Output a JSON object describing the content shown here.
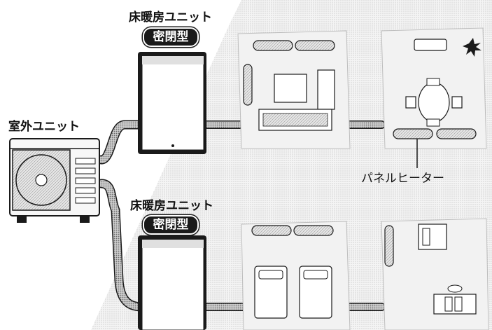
{
  "labels": {
    "outdoor_unit": "室外ユニット",
    "floor_heating_unit_top": "床暖房ユニット",
    "sealed_type_top": "密閉型",
    "floor_heating_unit_bottom": "床暖房ユニット",
    "sealed_type_bottom": "密閉型",
    "panel_heater": "パネルヒーター"
  },
  "colors": {
    "stroke": "#1a1a1a",
    "pipe": "#6b6b6b",
    "room_floor": "#f2f2f2",
    "background_band": "#e9e9e9"
  }
}
